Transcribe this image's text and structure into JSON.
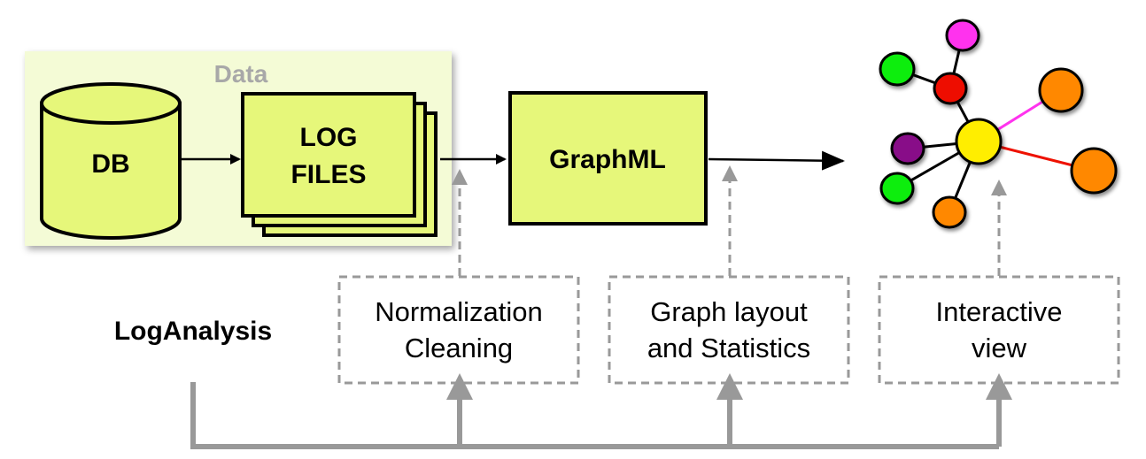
{
  "data_group": {
    "label": "Data"
  },
  "db": {
    "label": "DB"
  },
  "log_files": {
    "line1": "LOG",
    "line2": "FILES"
  },
  "graphml": {
    "label": "GraphML"
  },
  "tool": {
    "label": "LogAnalysis"
  },
  "steps": [
    {
      "line1": "Normalization",
      "line2": "Cleaning"
    },
    {
      "line1": "Graph layout",
      "line2": "and Statistics"
    },
    {
      "line1": "Interactive",
      "line2": "view"
    }
  ],
  "graph_nodes": [
    {
      "name": "center",
      "color": "#ffee00"
    },
    {
      "name": "red",
      "color": "#ee1100"
    },
    {
      "name": "magenta",
      "color": "#ff33ee"
    },
    {
      "name": "green-top",
      "color": "#11ee11"
    },
    {
      "name": "purple",
      "color": "#881188"
    },
    {
      "name": "green-bottom",
      "color": "#11ee11"
    },
    {
      "name": "orange-small",
      "color": "#ff8800"
    },
    {
      "name": "orange-top-right",
      "color": "#ff8800"
    },
    {
      "name": "orange-right",
      "color": "#ff8800"
    }
  ],
  "colors": {
    "box_fill": "#e6f77a",
    "data_bg": "#f4fbd6",
    "data_label": "#a8a8a8",
    "dashed": "#999999",
    "feedback": "#999999"
  }
}
